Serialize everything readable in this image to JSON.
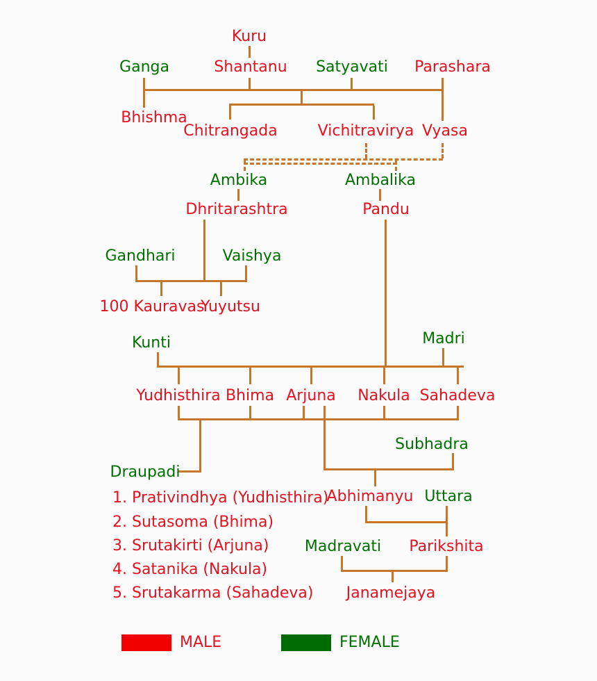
{
  "colors": {
    "male": "#e31220",
    "female": "#007100",
    "line": "#c4762b",
    "male-swatch": "#f00000",
    "female-swatch": "#006b00",
    "background": "#fbfbfb"
  },
  "nodes": {
    "kuru": "Kuru",
    "ganga": "Ganga",
    "shantanu": "Shantanu",
    "satyavati": "Satyavati",
    "parashara": "Parashara",
    "bhishma": "Bhishma",
    "chitrangada": "Chitrangada",
    "vichitravirya": "Vichitravirya",
    "vyasa": "Vyasa",
    "ambika": "Ambika",
    "ambalika": "Ambalika",
    "dhritarashtra": "Dhritarashtra",
    "pandu": "Pandu",
    "gandhari": "Gandhari",
    "vaishya": "Vaishya",
    "kauravas": "100 Kauravas",
    "yuyutsu": "Yuyutsu",
    "kunti": "Kunti",
    "madri": "Madri",
    "yudhisthira": "Yudhisthira",
    "bhima": "Bhima",
    "arjuna": "Arjuna",
    "nakula": "Nakula",
    "sahadeva": "Sahadeva",
    "subhadra": "Subhadra",
    "draupadi": "Draupadi",
    "abhimanyu": "Abhimanyu",
    "uttara": "Uttara",
    "madravati": "Madravati",
    "parikshita": "Parikshita",
    "janamejaya": "Janamejaya"
  },
  "draupadi_children": [
    "1. Prativindhya (Yudhisthira)",
    "2. Sutasoma (Bhima)",
    "3. Srutakirti (Arjuna)",
    "4. Satanika (Nakula)",
    "5. Srutakarma (Sahadeva)"
  ],
  "legend": {
    "male_label": "MALE",
    "female_label": "FEMALE"
  }
}
